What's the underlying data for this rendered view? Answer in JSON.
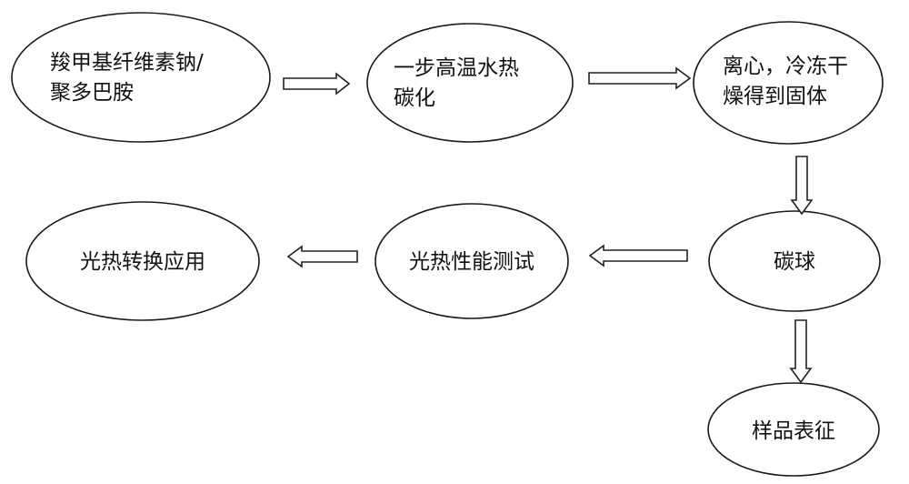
{
  "nodes": [
    {
      "id": "cmc-pda",
      "lines": [
        "羧甲基纤维素钠/",
        "聚多巴胺"
      ]
    },
    {
      "id": "hydrothermal",
      "lines": [
        "一步高温水热",
        "碳化"
      ]
    },
    {
      "id": "centrifuge",
      "lines": [
        "离心，冷冻干",
        "燥得到固体"
      ]
    },
    {
      "id": "carbon-sphere",
      "lines": [
        "碳球"
      ]
    },
    {
      "id": "characterization",
      "lines": [
        "样品表征"
      ]
    },
    {
      "id": "photothermal-test",
      "lines": [
        "光热性能测试"
      ]
    },
    {
      "id": "photothermal-app",
      "lines": [
        "光热转换应用"
      ]
    }
  ],
  "edges": [
    {
      "from": "cmc-pda",
      "to": "hydrothermal"
    },
    {
      "from": "hydrothermal",
      "to": "centrifuge"
    },
    {
      "from": "centrifuge",
      "to": "carbon-sphere"
    },
    {
      "from": "carbon-sphere",
      "to": "characterization"
    },
    {
      "from": "carbon-sphere",
      "to": "photothermal-test"
    },
    {
      "from": "photothermal-test",
      "to": "photothermal-app"
    }
  ]
}
